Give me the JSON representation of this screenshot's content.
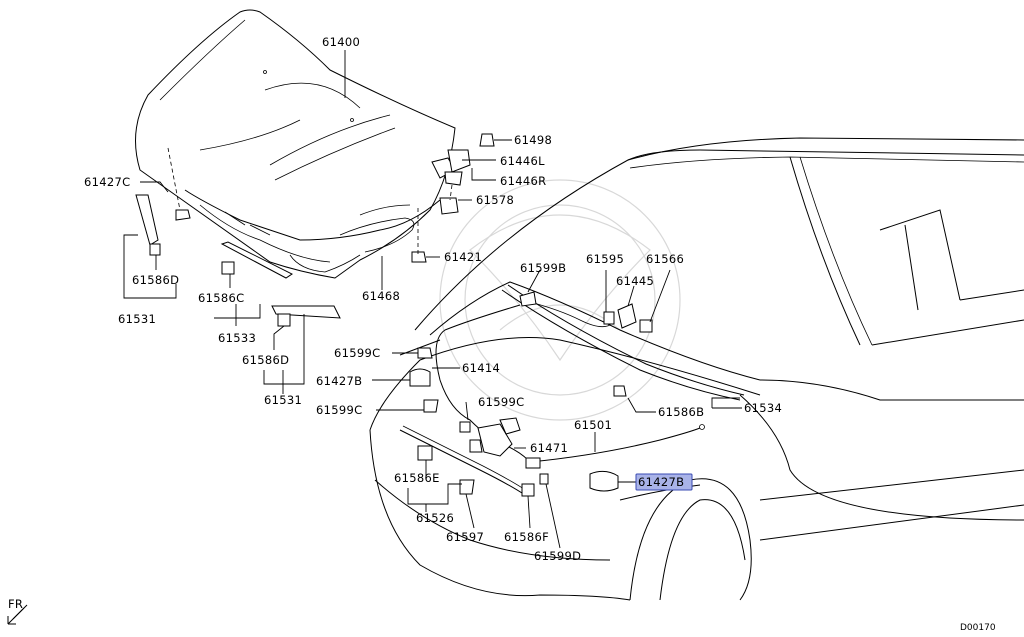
{
  "labels": {
    "p61400": "61400",
    "p61498": "61498",
    "p61446L": "61446L",
    "p61446R": "61446R",
    "p61578": "61578",
    "p61427C": "61427C",
    "p61421": "61421",
    "p61586D_left": "61586D",
    "p61531_left": "61531",
    "p61586C": "61586C",
    "p61533": "61533",
    "p61468": "61468",
    "p61586D_mid": "61586D",
    "p61531_mid": "61531",
    "p61599B": "61599B",
    "p61595": "61595",
    "p61566": "61566",
    "p61445": "61445",
    "p61599C_1": "61599C",
    "p61414": "61414",
    "p61427B_left": "61427B",
    "p61599C_2": "61599C",
    "p61599C_3": "61599C",
    "p61534": "61534",
    "p61586B": "61586B",
    "p61501": "61501",
    "p61471": "61471",
    "p61427B_right": "61427B",
    "p61586E": "61586E",
    "p61526": "61526",
    "p61597": "61597",
    "p61586F": "61586F",
    "p61599D": "61599D"
  },
  "direction_label": "FR",
  "diagram_code": "D00170",
  "colors": {
    "highlight_fill": "#a9b3e8",
    "highlight_stroke": "#3a4bb3"
  }
}
